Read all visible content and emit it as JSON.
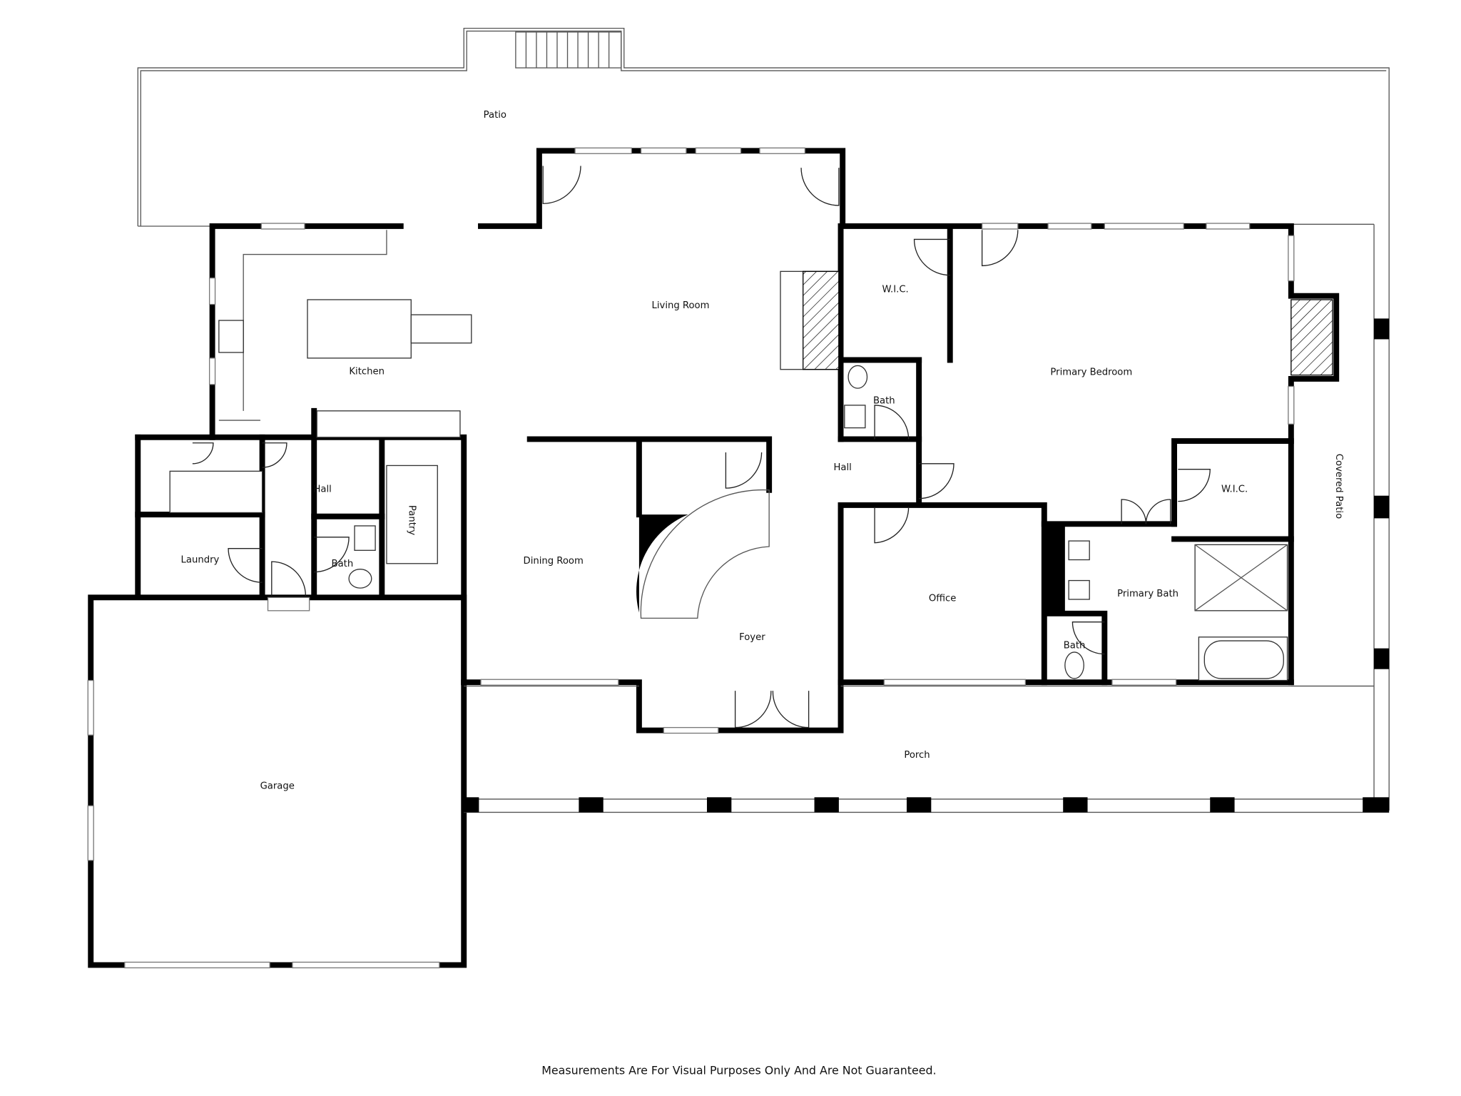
{
  "rooms": {
    "patio": "Patio",
    "living_room": "Living Room",
    "kitchen": "Kitchen",
    "wic_1": "W.I.C.",
    "primary_bedroom": "Primary Bedroom",
    "bath_1": "Bath",
    "hall_1": "Hall",
    "hall_2": "Hall",
    "pantry": "Pantry",
    "laundry": "Laundry",
    "bath_2": "Bath",
    "dining_room": "Dining Room",
    "foyer": "Foyer",
    "office": "Office",
    "primary_bath": "Primary Bath",
    "bath_3": "Bath",
    "wic_2": "W.I.C.",
    "covered_patio": "Covered Patio",
    "porch": "Porch",
    "garage": "Garage"
  },
  "footer": {
    "disclaimer": "Measurements Are For Visual Purposes Only And Are Not Guaranteed."
  }
}
